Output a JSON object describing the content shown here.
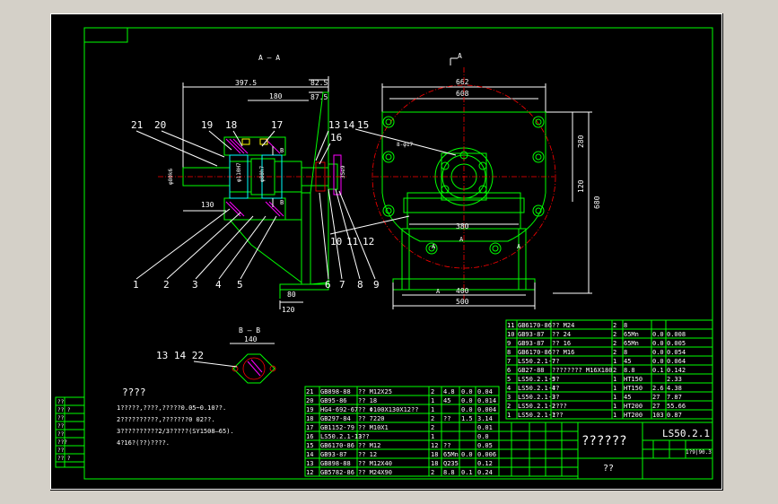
{
  "drawing": {
    "section_aa_title": "A — A",
    "view_a_title": "A",
    "section_bb_title": "B — B",
    "dims_left": {
      "d1": "397.5",
      "d2": "82.5",
      "d3": "180",
      "d4": "87.5",
      "d5": "130",
      "d6": "80",
      "d7": "120",
      "d8": "φ80k6",
      "d9": "φ110H7",
      "d10": "φ80h7",
      "d11": "35e9"
    },
    "dims_right": {
      "d1": "662",
      "d2": "608",
      "d3": "280",
      "d4": "120",
      "d5": "680",
      "d6": "380",
      "d7": "400",
      "d8": "500",
      "d9": "8-φ17"
    },
    "dim_bb": "140",
    "balloons_top": [
      "21",
      "20",
      "19",
      "18",
      "17",
      "13",
      "14",
      "15",
      "16"
    ],
    "balloons_bottom": [
      "1",
      "2",
      "3",
      "4",
      "5",
      "6",
      "7",
      "8",
      "9"
    ],
    "balloons_right": [
      "10",
      "11",
      "12"
    ],
    "balloons_bb": "13 14 22",
    "markers": {
      "b": "B",
      "a": "A",
      "a_left": "A",
      "a_right": "A"
    },
    "notes_title": "????",
    "notes": [
      "1?????,????,?????0.05~0.10??.",
      "2??????????,???????0 02??.",
      "3??????????2/3?????(SY1508—65).",
      "4?16?(??)????."
    ]
  },
  "bom_lower": [
    [
      "21",
      "GB898-88",
      "?? M12X25",
      "2",
      "4.8",
      "0.0",
      "0.04"
    ],
    [
      "20",
      "GB95-86",
      "?? 18",
      "1",
      "45",
      "0.0",
      "0.014"
    ],
    [
      "19",
      "HG4-692-67",
      "?? Φ100X130X12??",
      "1",
      "",
      "0.0",
      "0.004"
    ],
    [
      "18",
      "GB297-84",
      "?? 7220",
      "2",
      "??",
      "1.5",
      "3.14"
    ],
    [
      "17",
      "GB1152-79",
      "?? M10X1",
      "2",
      "",
      "",
      "0.01"
    ],
    [
      "16",
      "LS50.2.1-13",
      "???",
      "1",
      "",
      "",
      "0.0"
    ],
    [
      "15",
      "GB6170-86",
      "?? M12",
      "12",
      "??",
      "",
      "0.05"
    ],
    [
      "14",
      "GB93-87",
      "?? 12",
      "18",
      "65Mn",
      "0.0",
      "0.006"
    ],
    [
      "13",
      "GB898-88",
      "?? M12X40",
      "18",
      "Q235",
      "",
      "0.12"
    ],
    [
      "12",
      "GB5782-86",
      "?? M24X90",
      "2",
      "8.8",
      "0.1",
      "0.24"
    ]
  ],
  "bom_upper": [
    [
      "11",
      "GB6170-86",
      "?? M24",
      "2",
      "8",
      "",
      ""
    ],
    [
      "10",
      "GB93-87",
      "?? 24",
      "2",
      "65Mn",
      "0.0",
      "0.008"
    ],
    [
      "9",
      "GB93-87",
      "?? 16",
      "2",
      "65Mn",
      "0.0",
      "0.005"
    ],
    [
      "8",
      "GB6170-86",
      "?? M16",
      "2",
      "8",
      "0.0",
      "0.054"
    ],
    [
      "7",
      "LS50.2.1-7",
      "??",
      "1",
      "45",
      "0.0",
      "0.064"
    ],
    [
      "6",
      "GB27-88",
      "???????? M16X180",
      "2",
      "8.8",
      "0.1",
      "0.142"
    ],
    [
      "5",
      "LS50.2.1-5",
      "??",
      "1",
      "HT150",
      "",
      "2.33"
    ],
    [
      "4",
      "LS50.2.1-4",
      "??",
      "1",
      "HT150",
      "2.6",
      "4.38"
    ],
    [
      "3",
      "LS50.2.1-3",
      "??",
      "1",
      "45",
      "27",
      "7.87"
    ],
    [
      "2",
      "LS50.2.1-2",
      "????",
      "1",
      "HT200",
      "27",
      "55.66"
    ],
    [
      "1",
      "LS50.2.1-1",
      "???",
      "1",
      "HT200",
      "103",
      "0.87"
    ]
  ],
  "title_block": {
    "name": "??????",
    "code": "LS50.2.1",
    "sub": "??",
    "scale": "1?9|90.3"
  },
  "left_strip": [
    "??",
    "?? ?",
    "??",
    "??",
    "??",
    "???",
    "??",
    "?? ?",
    "??"
  ]
}
